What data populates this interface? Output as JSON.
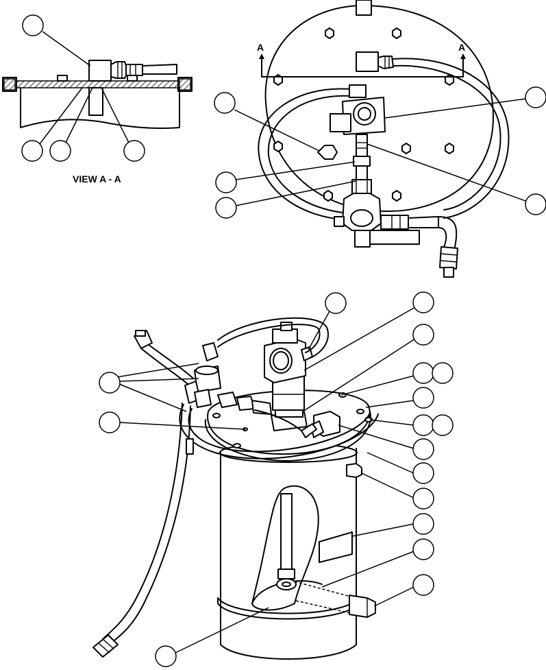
{
  "view_label": "VIEW A - A",
  "section_marks": [
    "A",
    "A"
  ]
}
